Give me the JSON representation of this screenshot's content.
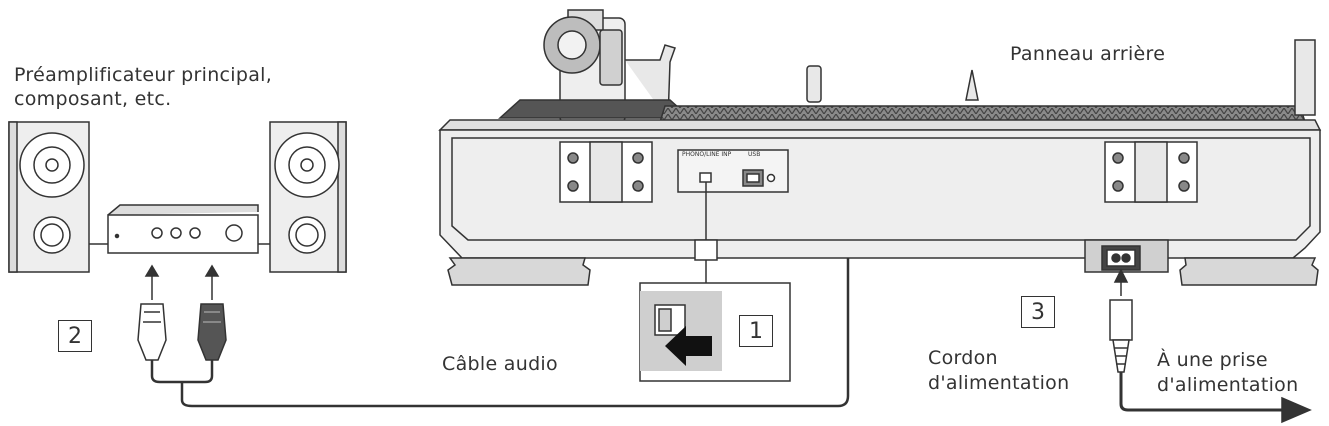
{
  "labels": {
    "preamp_line1": "Préamplificateur principal,",
    "preamp_line2": "composant, etc.",
    "rear_panel": "Panneau arrière",
    "audio_cable": "Câble audio",
    "power_cord_line1": "Cordon",
    "power_cord_line2": "d'alimentation",
    "outlet_line1": "À une prise",
    "outlet_line2": "d'alimentation",
    "phono_panel": "PHONO/LINE INP",
    "usb_panel": "USB"
  },
  "steps": [
    "1",
    "2",
    "3"
  ],
  "colors": {
    "line": "#333333",
    "gray_fill": "#e6e6e6",
    "switch_bg": "#cfcfcf",
    "dark_plug": "#555555"
  }
}
